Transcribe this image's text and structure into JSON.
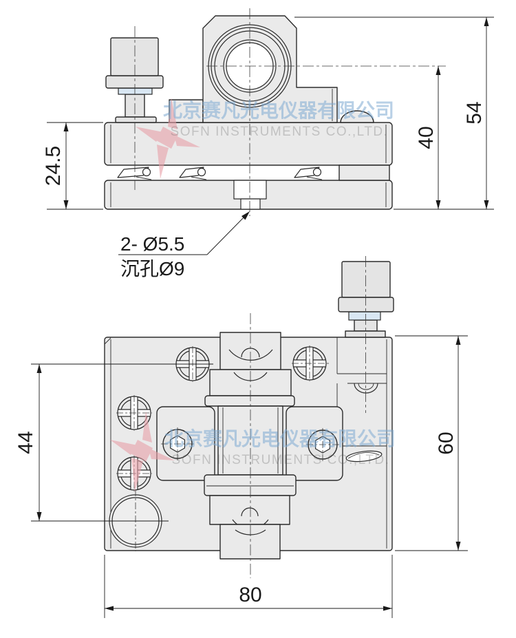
{
  "drawing": {
    "background": "#ffffff",
    "line_color": "#2b2b2b",
    "fill_light": "#eaeaea",
    "fill_white": "#ffffff",
    "fill_blue_tint": "#d9e7f3",
    "watermark_blue": "#7daad2",
    "watermark_gray": "#8a8a8a",
    "logo_red": "#e8a0a8"
  },
  "watermark": {
    "company_cn": "北京赛凡光电仪器有限公司",
    "company_en": "SOFN INSTRUMENTS CO.,LTD."
  },
  "side_view": {
    "dim_height_24_5": "24.5",
    "dim_height_40": "40",
    "dim_height_54": "54",
    "callout_line1": "2- Ø5.5",
    "callout_line2": "沉孔Ø9"
  },
  "plan_view": {
    "dim_width_44": "44",
    "dim_height_60": "60",
    "dim_width_80": "80"
  }
}
